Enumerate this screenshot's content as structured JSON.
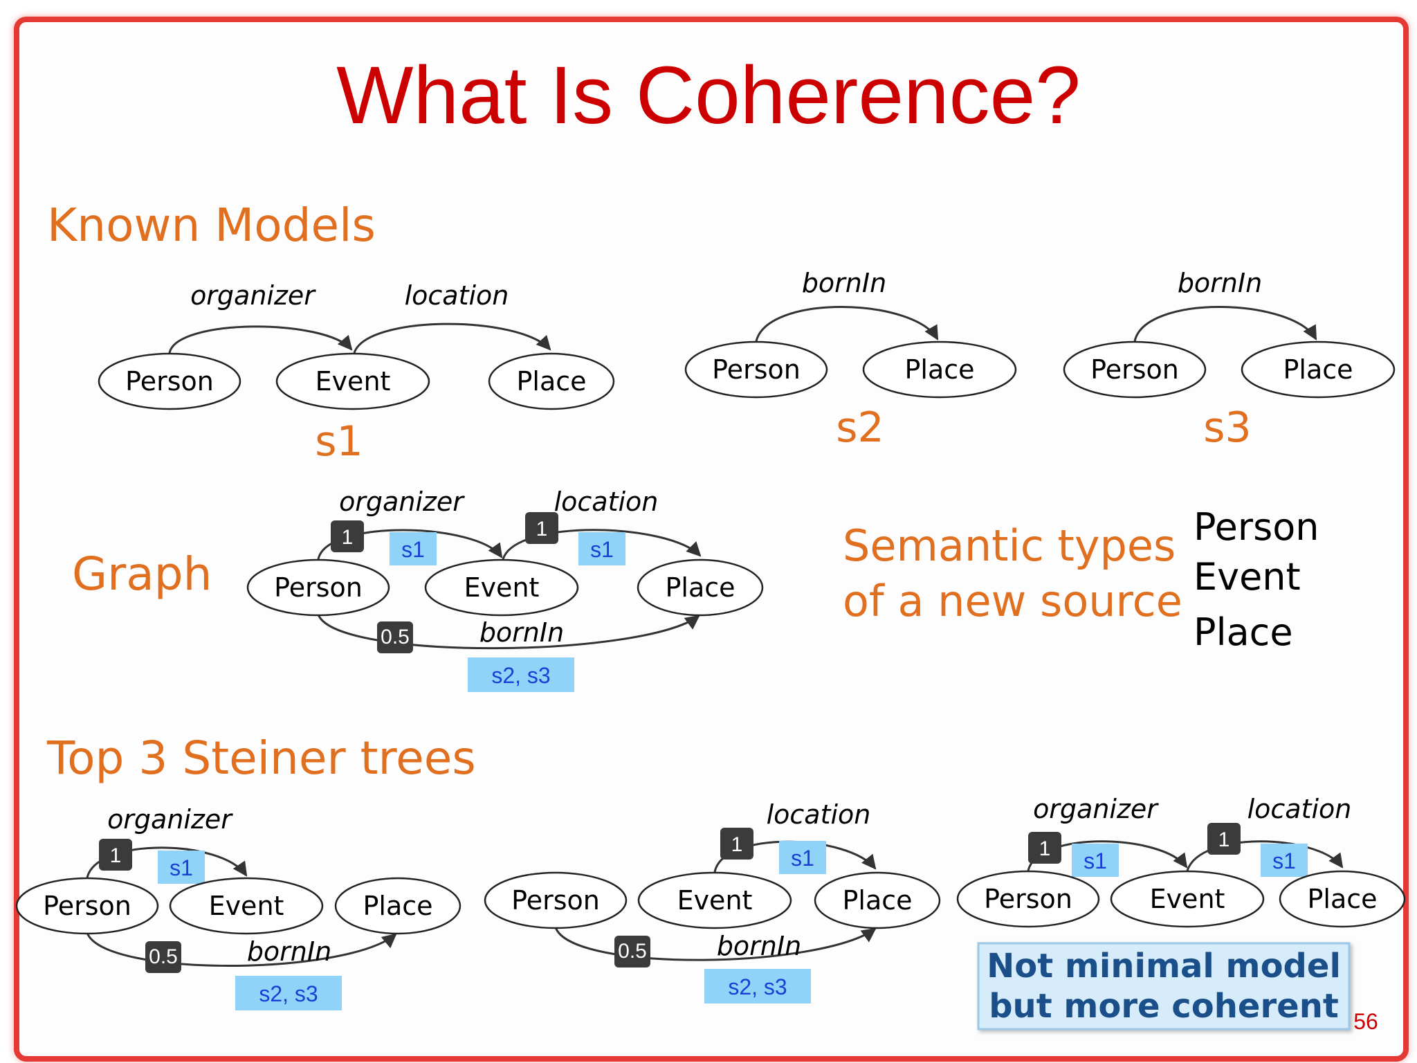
{
  "slide": {
    "title": "What Is Coherence?",
    "page_number": "56",
    "known_models_heading": "Known Models",
    "graph_heading": "Graph",
    "steiner_heading": "Top 3 Steiner trees",
    "semantic_types_line1": "Semantic types",
    "semantic_types_line2": "of a new source",
    "semantic_types_list": [
      "Person",
      "Event",
      "Place"
    ],
    "note_line1": "Not minimal model",
    "note_line2": "but more coherent"
  },
  "labels": {
    "person": "Person",
    "event": "Event",
    "place": "Place",
    "organizer": "organizer",
    "location": "location",
    "bornIn": "bornIn",
    "s1": "s1",
    "s2": "s2",
    "s3": "s3",
    "s2s3": "s2, s3",
    "weight_one": "1",
    "weight_half": "0.5"
  },
  "colors": {
    "title": "#cc0000",
    "section": "#e07020",
    "tag_fill": "#8fd3f8",
    "tag_text": "#1a3fd6",
    "weight_fill": "#3b3b3b",
    "frame": "#e53935",
    "note_fill": "#d6ecfa",
    "note_text": "#1a4f8a"
  }
}
